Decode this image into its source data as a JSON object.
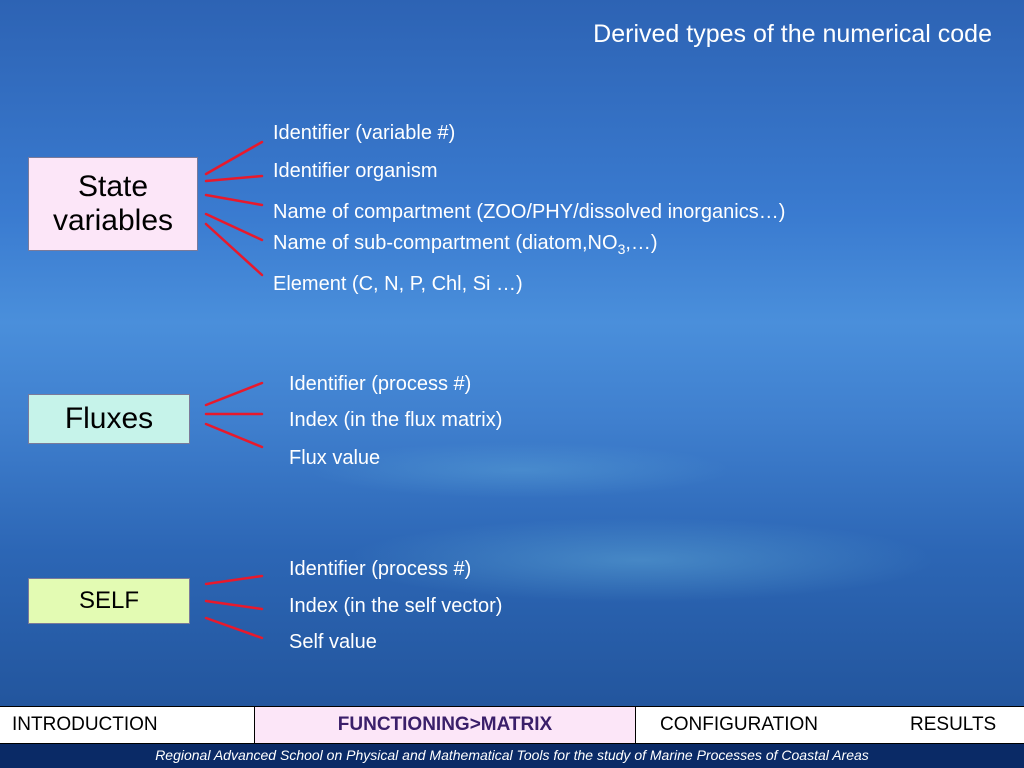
{
  "title": "Derived types of the numerical code",
  "state_box": {
    "line1": "State",
    "line2": "variables"
  },
  "state_items": [
    "Identifier (variable #)",
    "Identifier organism",
    "Name of  compartment (ZOO/PHY/dissolved inorganics…)",
    {
      "before": "Name of sub-compartment (diatom,NO",
      "sub": "3",
      "after": ",…)"
    },
    "Element (C, N, P, Chl, Si …)"
  ],
  "flux_box": "Fluxes",
  "flux_items": [
    "Identifier (process #)",
    "Index (in the flux matrix)",
    "Flux value"
  ],
  "self_box": "SELF",
  "self_items": [
    "Identifier (process #)",
    "Index (in the self vector)",
    "Self value"
  ],
  "nav": {
    "introduction": "INTRODUCTION",
    "functioning": "FUNCTIONING>MATRIX",
    "configuration": "CONFIGURATION",
    "results": "RESULTS"
  },
  "footer": "Regional Advanced School on Physical and Mathematical Tools for the study of Marine Processes of Coastal Areas",
  "colors": {
    "connector": "#e8192c",
    "state_box": "#fce6f8",
    "flux_box": "#c6f3ea",
    "self_box": "#e3fbb3"
  }
}
